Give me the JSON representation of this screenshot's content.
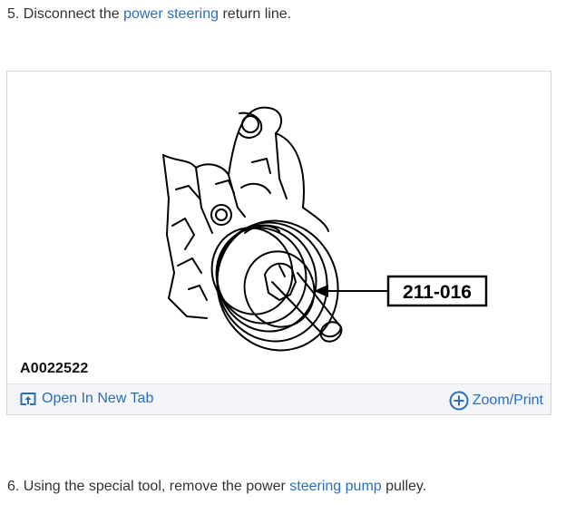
{
  "steps": [
    {
      "prefix": "5. Disconnect the ",
      "link": "power steering",
      "suffix": " return line."
    },
    {
      "prefix": "6. Using the special tool, remove the power ",
      "link": "steering pump",
      "suffix": " pulley."
    }
  ],
  "figure": {
    "callout": "211-016",
    "id": "A0022522"
  },
  "toolbar": {
    "open_label": "Open In New Tab",
    "zoom_label": "Zoom/Print",
    "open_icon": "open-new-tab-icon",
    "zoom_icon": "circle-plus-icon"
  },
  "colors": {
    "link": "#2a6ebb",
    "toolbar_bg": "#f3f5f8",
    "text": "#333333"
  }
}
